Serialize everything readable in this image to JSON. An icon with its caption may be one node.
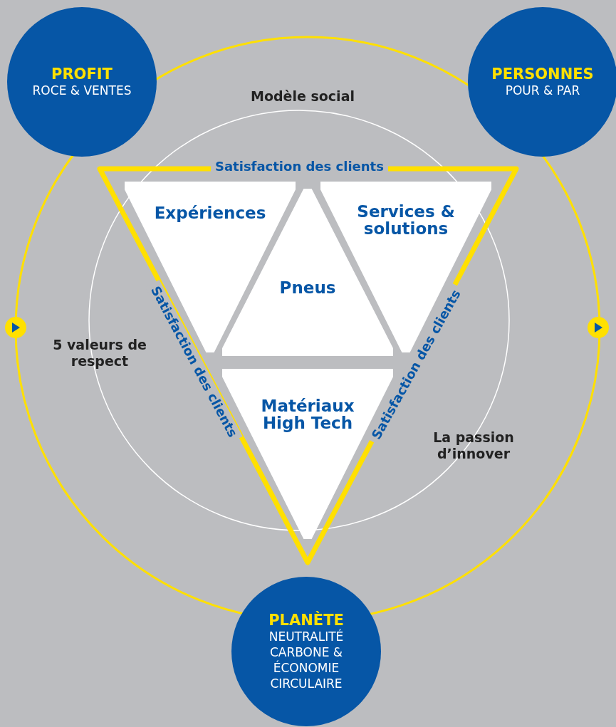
{
  "diagram": {
    "nodes": [
      {
        "text": [
          "PROFIT",
          "ROCE & VENTES"
        ]
      },
      {
        "text": [
          "PERSONNES",
          "POUR & PAR"
        ]
      },
      {
        "text": [
          "Expériences"
        ]
      },
      {
        "text": [
          "Services & solutions"
        ]
      },
      {
        "text": [
          "Pneus"
        ]
      },
      {
        "text": [
          "Matériaux High Tech"
        ]
      },
      {
        "text": [
          "PLANÈTE",
          "NEUTRALITÉ CARBONE & ÉCONOMIE CIRCULAIRE"
        ]
      }
    ],
    "edges": [],
    "labels": [
      "Modèle social",
      "Satisfaction des clients",
      "Satisfaction des clients",
      "5 valeurs de respect",
      "Satisfaction des clients",
      "La passion d’innover"
    ]
  }
}
